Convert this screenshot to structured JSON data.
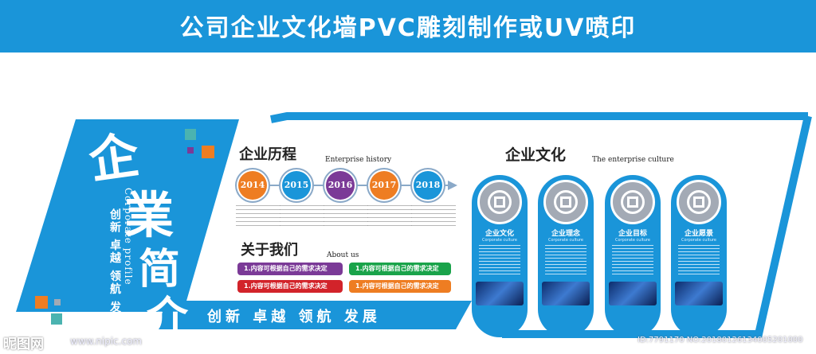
{
  "banner": {
    "title": "公司企业文化墙PVC雕刻制作或UV喷印"
  },
  "panel": {
    "title_chars": [
      "企",
      "業",
      "简",
      "介"
    ],
    "sub_en": "Corporate profile",
    "sub_cn": "创新 卓越 领航 发展",
    "slogan": "创新  卓越  领航  发展"
  },
  "history": {
    "title": "企业历程",
    "title_en": "Enterprise history",
    "years": [
      {
        "label": "2014",
        "color": "#ee7d22"
      },
      {
        "label": "2015",
        "color": "#1a95d9"
      },
      {
        "label": "2016",
        "color": "#7b3a97"
      },
      {
        "label": "2017",
        "color": "#ee7d22"
      },
      {
        "label": "2018",
        "color": "#1a95d9"
      }
    ]
  },
  "about": {
    "title": "关于我们",
    "title_en": "About us",
    "items": [
      {
        "label": "1.内容可根据自己的需求决定",
        "color": "#7b3a97"
      },
      {
        "label": "1.内容可根据自己的需求决定",
        "color": "#1aa34a"
      },
      {
        "label": "1.内容可根据自己的需求决定",
        "color": "#d2232a"
      },
      {
        "label": "1.内容可根据自己的需求决定",
        "color": "#ee7d22"
      }
    ]
  },
  "culture": {
    "title": "企业文化",
    "title_en": "The enterprise culture",
    "cards": [
      {
        "title": "企业文化",
        "subtitle": "Corporate culture"
      },
      {
        "title": "企业理念",
        "subtitle": "Corporate culture"
      },
      {
        "title": "企业目标",
        "subtitle": "Corporate culture"
      },
      {
        "title": "企业愿景",
        "subtitle": "Corporate culture"
      }
    ]
  },
  "colors": {
    "brand_blue": "#1a95d9",
    "orange": "#ee7d22",
    "teal": "#4bb3b0",
    "purple": "#7b3a97"
  },
  "watermark": {
    "site": "昵图网",
    "url": "www.nipic.com",
    "id": "ID:7791170 NO:20180126134005201000"
  }
}
